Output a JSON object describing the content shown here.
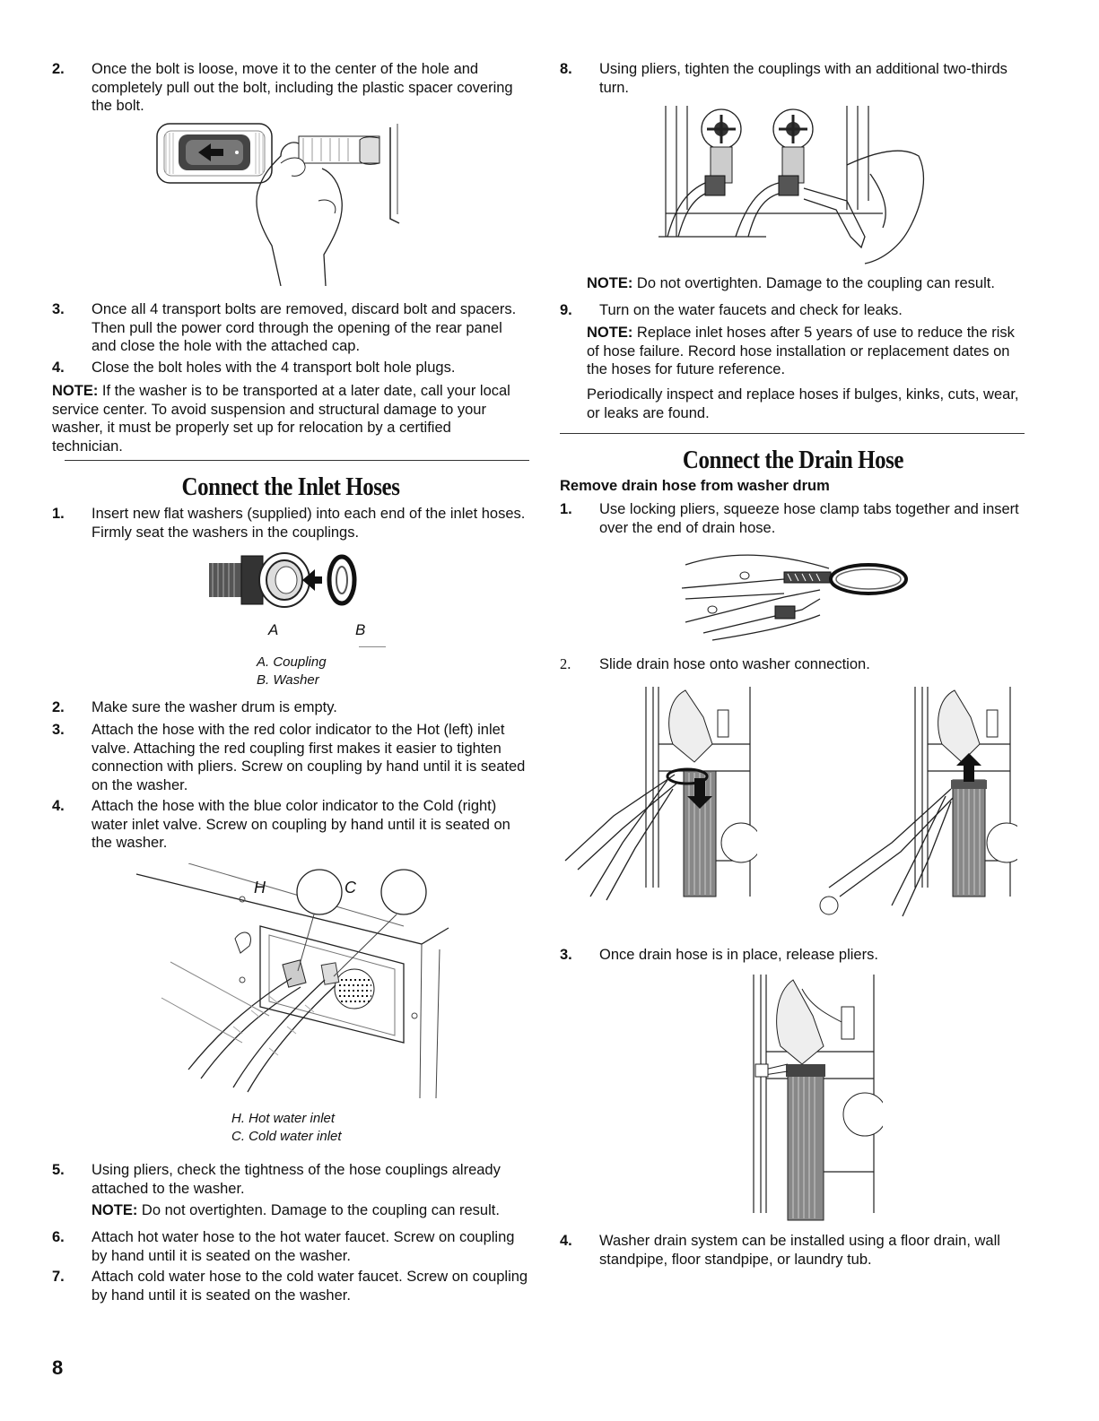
{
  "left": {
    "step2": {
      "num": "2.",
      "text": "Once the bolt is loose, move it to the center of the hole and completely pull out the bolt, including the plastic spacer covering the bolt."
    },
    "step3": {
      "num": "3.",
      "text": "Once all 4 transport bolts are removed, discard bolt and spacers. Then pull the power cord through the opening of the rear panel and close the hole with the attached cap."
    },
    "step4": {
      "num": "4.",
      "text": "Close the bolt holes with the 4 transport bolt hole plugs."
    },
    "note": {
      "label": "NOTE:",
      "text": " If the washer is to be transported at a later date, call your local service center. To avoid suspension and structural damage to your washer, it must be properly set up for relocation by a certified technician."
    },
    "inlet_section": {
      "heading": "Connect the Inlet Hoses",
      "step1": {
        "num": "1.",
        "text": "Insert new flat washers (supplied) into each end of the inlet hoses. Firmly seat the washers in the couplings."
      },
      "fig_labels": {
        "a": "A",
        "b": "B"
      },
      "captions": [
        "A. Coupling",
        "B. Washer"
      ],
      "step2": {
        "num": "2.",
        "text": "Make sure the washer drum is empty."
      },
      "step3": {
        "num": "3.",
        "text": "Attach the hose with the red color indicator to the Hot (left) inlet valve. Attaching the red coupling first makes it easier to tighten connection with pliers. Screw on coupling by hand until it is seated on the washer."
      },
      "step4": {
        "num": "4.",
        "text": "Attach the hose with the blue color indicator to the Cold (right) water inlet valve. Screw on coupling by hand until it is seated on the washer."
      },
      "inlet_labels": {
        "h": "H",
        "c": "C"
      },
      "inlet_captions": [
        "H. Hot water inlet",
        "C. Cold water inlet"
      ],
      "step5": {
        "num": "5.",
        "text": "Using pliers, check the tightness of the hose couplings already attached to the washer."
      },
      "step5_note": {
        "label": "NOTE:",
        "text": " Do not overtighten. Damage to the coupling can result."
      },
      "step6": {
        "num": "6.",
        "text": "Attach hot water hose to the hot water faucet. Screw on coupling by hand until it is seated on the washer."
      },
      "step7": {
        "num": "7.",
        "text": "Attach cold water hose to the cold water faucet. Screw on coupling by hand until it is seated on the washer."
      }
    }
  },
  "right": {
    "step8": {
      "num": "8.",
      "text": "Using pliers, tighten the couplings with an additional two-thirds turn."
    },
    "step8_note": {
      "label": "NOTE:",
      "text": " Do not overtighten. Damage to the coupling can result."
    },
    "step9": {
      "num": "9.",
      "text": "Turn on the water faucets and check for leaks."
    },
    "step9_note": {
      "label": "NOTE:",
      "text": " Replace inlet hoses after 5 years of use to reduce the risk of hose failure. Record hose installation or replacement dates on the hoses for future reference."
    },
    "step9_para": "Periodically inspect and replace hoses if bulges, kinks, cuts, wear, or leaks are found.",
    "drain_section": {
      "heading": "Connect the Drain Hose",
      "subhead": "Remove drain hose from washer drum",
      "step1": {
        "num": "1.",
        "text": "Use locking pliers, squeeze hose clamp tabs together and insert over the end of drain hose."
      },
      "step2": {
        "num": "2.",
        "text": "Slide drain hose onto washer connection."
      },
      "step3": {
        "num": "3.",
        "text": "Once drain hose is in place, release pliers."
      },
      "step4": {
        "num": "4.",
        "text": "Washer drain system can be installed using a floor drain, wall standpipe, floor standpipe, or laundry tub."
      }
    }
  },
  "page_number": "8"
}
